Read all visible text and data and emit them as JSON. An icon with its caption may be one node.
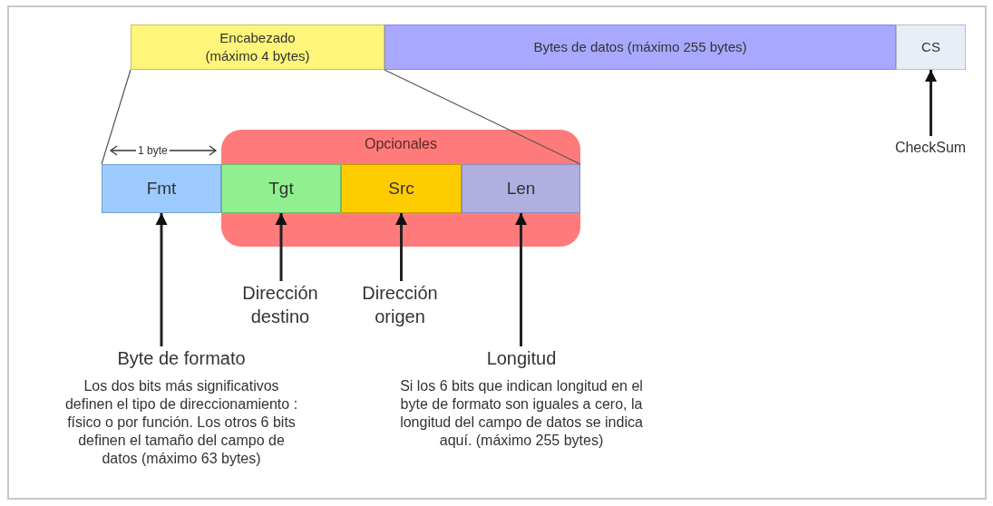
{
  "diagram": {
    "nodes": [
      {
        "text": [
          "Encabezado (máximo 4 bytes)"
        ]
      },
      {
        "text": [
          "Bytes de datos (máximo 255 bytes)"
        ]
      },
      {
        "text": [
          "CS"
        ]
      },
      {
        "text": [
          "Fmt"
        ]
      },
      {
        "text": [
          "Opcionales"
        ]
      },
      {
        "text": [
          "Tgt"
        ],
        "in": 4
      },
      {
        "text": [
          "Src"
        ],
        "in": 4
      },
      {
        "text": [
          "Len"
        ],
        "in": 4
      },
      {
        "text": [
          "CheckSum"
        ]
      },
      {
        "text": [
          "Dirección destino"
        ]
      },
      {
        "text": [
          "Dirección origen"
        ]
      },
      {
        "text": [
          "Byte de formato",
          "Los dos bits más significativos definen el tipo de direccionamiento : físico o por función.  Los otros 6 bits definen el tamaño del campo de datos (máximo 63 bytes)"
        ]
      },
      {
        "text": [
          "Longitud",
          "Si los 6 bits que indican longitud en el byte de formato son iguales a cero, la longitud del campo de datos se indica aquí. (máximo 255 bytes)"
        ]
      }
    ],
    "edges": [
      {
        "from": 0,
        "to": 3,
        "arrow": "none"
      },
      {
        "from": 0,
        "to": 7,
        "arrow": "none"
      },
      {
        "from": 8,
        "to": 2,
        "arrow": "to"
      },
      {
        "from": 9,
        "to": 5,
        "arrow": "to"
      },
      {
        "from": 10,
        "to": 6,
        "arrow": "to"
      },
      {
        "from": 11,
        "to": 3,
        "arrow": "to"
      },
      {
        "from": 12,
        "to": 7,
        "arrow": "to"
      }
    ],
    "labels": [
      "1 byte"
    ]
  }
}
